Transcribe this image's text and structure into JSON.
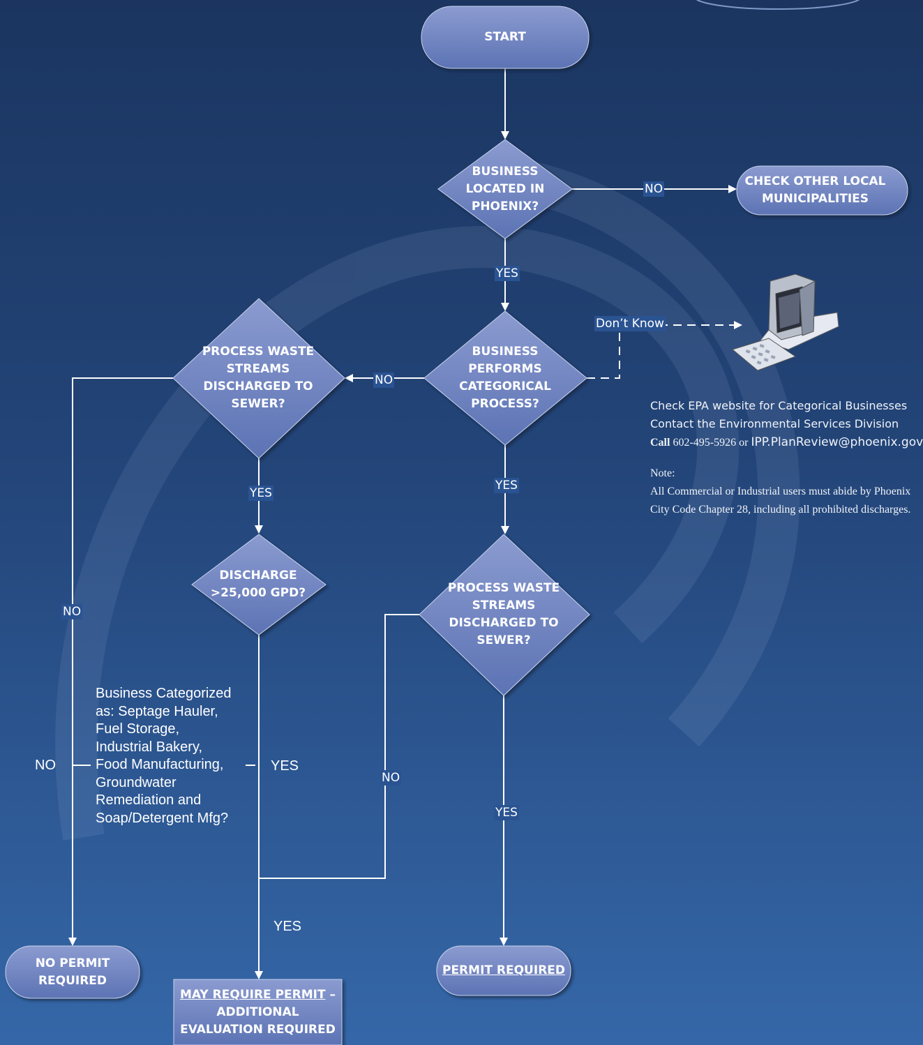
{
  "nodes": {
    "start": "START",
    "business_located": [
      "BUSINESS",
      "LOCATED IN",
      "PHOENIX?"
    ],
    "check_other": [
      "CHECK OTHER LOCAL",
      "MUNICIPALITIES"
    ],
    "categorical_process": [
      "BUSINESS",
      "PERFORMS",
      "CATEGORICAL",
      "PROCESS?"
    ],
    "process_waste_left": [
      "PROCESS WASTE",
      "STREAMS",
      "DISCHARGED TO",
      "SEWER?"
    ],
    "discharge_gpd": [
      "DISCHARGE",
      ">25,000 GPD?"
    ],
    "process_waste_right": [
      "PROCESS WASTE",
      "STREAMS",
      "DISCHARGED TO",
      "SEWER?"
    ],
    "no_permit": [
      "NO PERMIT",
      "REQUIRED"
    ],
    "may_require": {
      "underlined": "MAY REQUIRE PERMIT",
      "rest": " –",
      "line2": "ADDITIONAL",
      "line3": "EVALUATION REQUIRED"
    },
    "permit_required": "PERMIT REQUIRED"
  },
  "edge_labels": {
    "no_phoenix": "NO",
    "yes_phoenix": "YES",
    "dont_know": "Don’t Know",
    "no_categorical": "NO",
    "yes_left_waste": "YES",
    "yes_categorical": "YES",
    "no_left_waste": "NO",
    "no_right_waste": "NO",
    "yes_right_waste": "YES",
    "no_category": "NO",
    "yes_category": "YES",
    "yes_merge": "YES"
  },
  "category_question": [
    "Business Categorized",
    "as: Septage Hauler,",
    "Fuel Storage,",
    "Industrial Bakery,",
    "Food Manufacturing,",
    "Groundwater",
    "Remediation and",
    "Soap/Detergent Mfg?"
  ],
  "info": {
    "line1": "Check EPA website for Categorical Businesses",
    "line2": "Contact the Environmental Services Division",
    "call_label": "Call",
    "call_number": " 602-495-5926 or ",
    "email": "IPP.PlanReview@phoenix.gov",
    "note_label": "Note:",
    "note_line1": "All Commercial or Industrial users must abide by Phoenix",
    "note_line2": "City Code Chapter 28, including all prohibited discharges."
  },
  "icons": [
    "computer-icon"
  ],
  "colors": {
    "accent": "#6a82c0",
    "line": "#ffffff",
    "background": "#234579"
  }
}
